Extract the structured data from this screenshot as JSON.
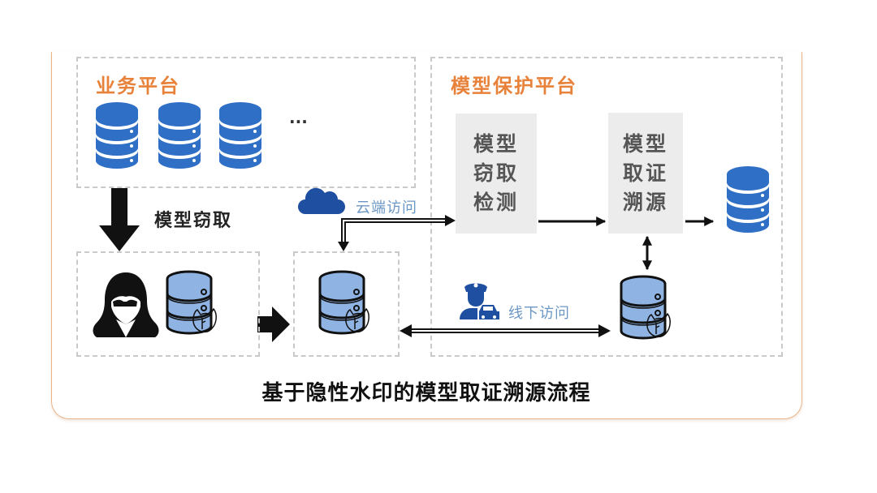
{
  "diagram": {
    "caption": "基于隐性水印的模型取证溯源流程",
    "business_platform": {
      "title": "业务平台",
      "database_count_shown": 3,
      "more_indicator": "···"
    },
    "model_protection_platform": {
      "title": "模型保护平台",
      "steps": [
        {
          "lines": [
            "模型",
            "窃取",
            "检测"
          ]
        },
        {
          "lines": [
            "模型",
            "取证",
            "溯源"
          ]
        }
      ]
    },
    "edges": {
      "theft_label": "模型窃取",
      "cloud_access_label": "云端访问",
      "offline_access_label": "线下访问"
    },
    "icons": {
      "database": "database-icon",
      "watermarked_database": "watermarked-database-icon",
      "hacker": "hacker-icon",
      "cloud": "cloud-icon",
      "police": "police-car-icon"
    },
    "colors": {
      "accent_orange": "#e8823a",
      "db_blue": "#2f6fc6",
      "db_light_blue": "#8fb3e3",
      "icon_dark_blue": "#1f4fa0",
      "label_blue": "#6c97c4",
      "step_box_gray": "#ececec"
    }
  }
}
